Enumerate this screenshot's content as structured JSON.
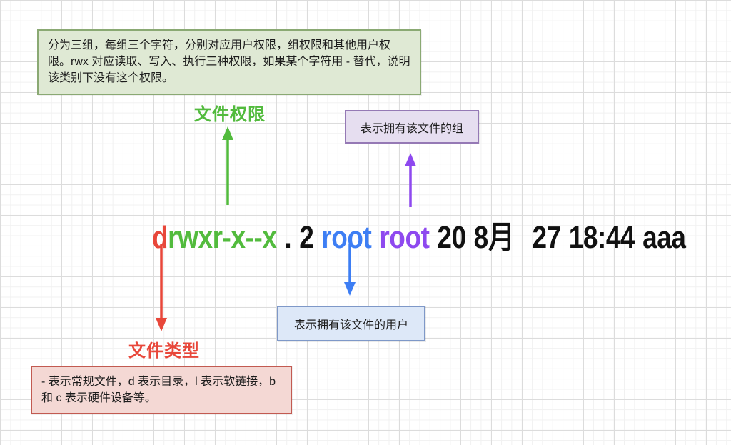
{
  "colors": {
    "red": "#e8473a",
    "green": "#52bb3d",
    "blue": "#3d7ef4",
    "purple": "#8e49ef",
    "black": "#111111",
    "note_green_bg": "#dfe9d4",
    "note_green_border": "#8aa973",
    "note_red_bg": "#f4d8d4",
    "note_red_border": "#c25a51",
    "callout_purple_bg": "#e6def0",
    "callout_purple_border": "#9579b5",
    "callout_blue_bg": "#dde8f8",
    "callout_blue_border": "#7e98c8",
    "grid_minor": "#f1f1f1",
    "grid_major": "#dcdcdc"
  },
  "notes": {
    "top": "分为三组，每组三个字符，分别对应用户权限，组权限和其他用户权限。rwx 对应读取、写入、执行三种权限，如果某个字符用 - 替代，说明该类别下没有这个权限。",
    "bottom": "- 表示常规文件，d 表示目录，l 表示软链接，b 和 c 表示硬件设备等。"
  },
  "labels": {
    "permissions": "文件权限",
    "file_type": "文件类型"
  },
  "callouts": {
    "group": "表示拥有该文件的组",
    "user": "表示拥有该文件的用户"
  },
  "ls_line": {
    "tokens": [
      {
        "name": "file-type",
        "text": "d",
        "color": "red"
      },
      {
        "name": "permissions",
        "text": "rwxr-x--x",
        "color": "green",
        "joined": true
      },
      {
        "name": "separator",
        "text": ".",
        "color": "black"
      },
      {
        "name": "link-count",
        "text": "2",
        "color": "black"
      },
      {
        "name": "owner-user",
        "text": "root",
        "color": "blue"
      },
      {
        "name": "owner-group",
        "text": "root",
        "color": "purple"
      },
      {
        "name": "size",
        "text": "20",
        "color": "black"
      },
      {
        "name": "month",
        "text": "8月",
        "color": "black"
      },
      {
        "name": "day",
        "text": "27",
        "color": "black",
        "wide_gap": true
      },
      {
        "name": "time",
        "text": "18:44",
        "color": "black"
      },
      {
        "name": "filename",
        "text": "aaa",
        "color": "black"
      }
    ]
  }
}
